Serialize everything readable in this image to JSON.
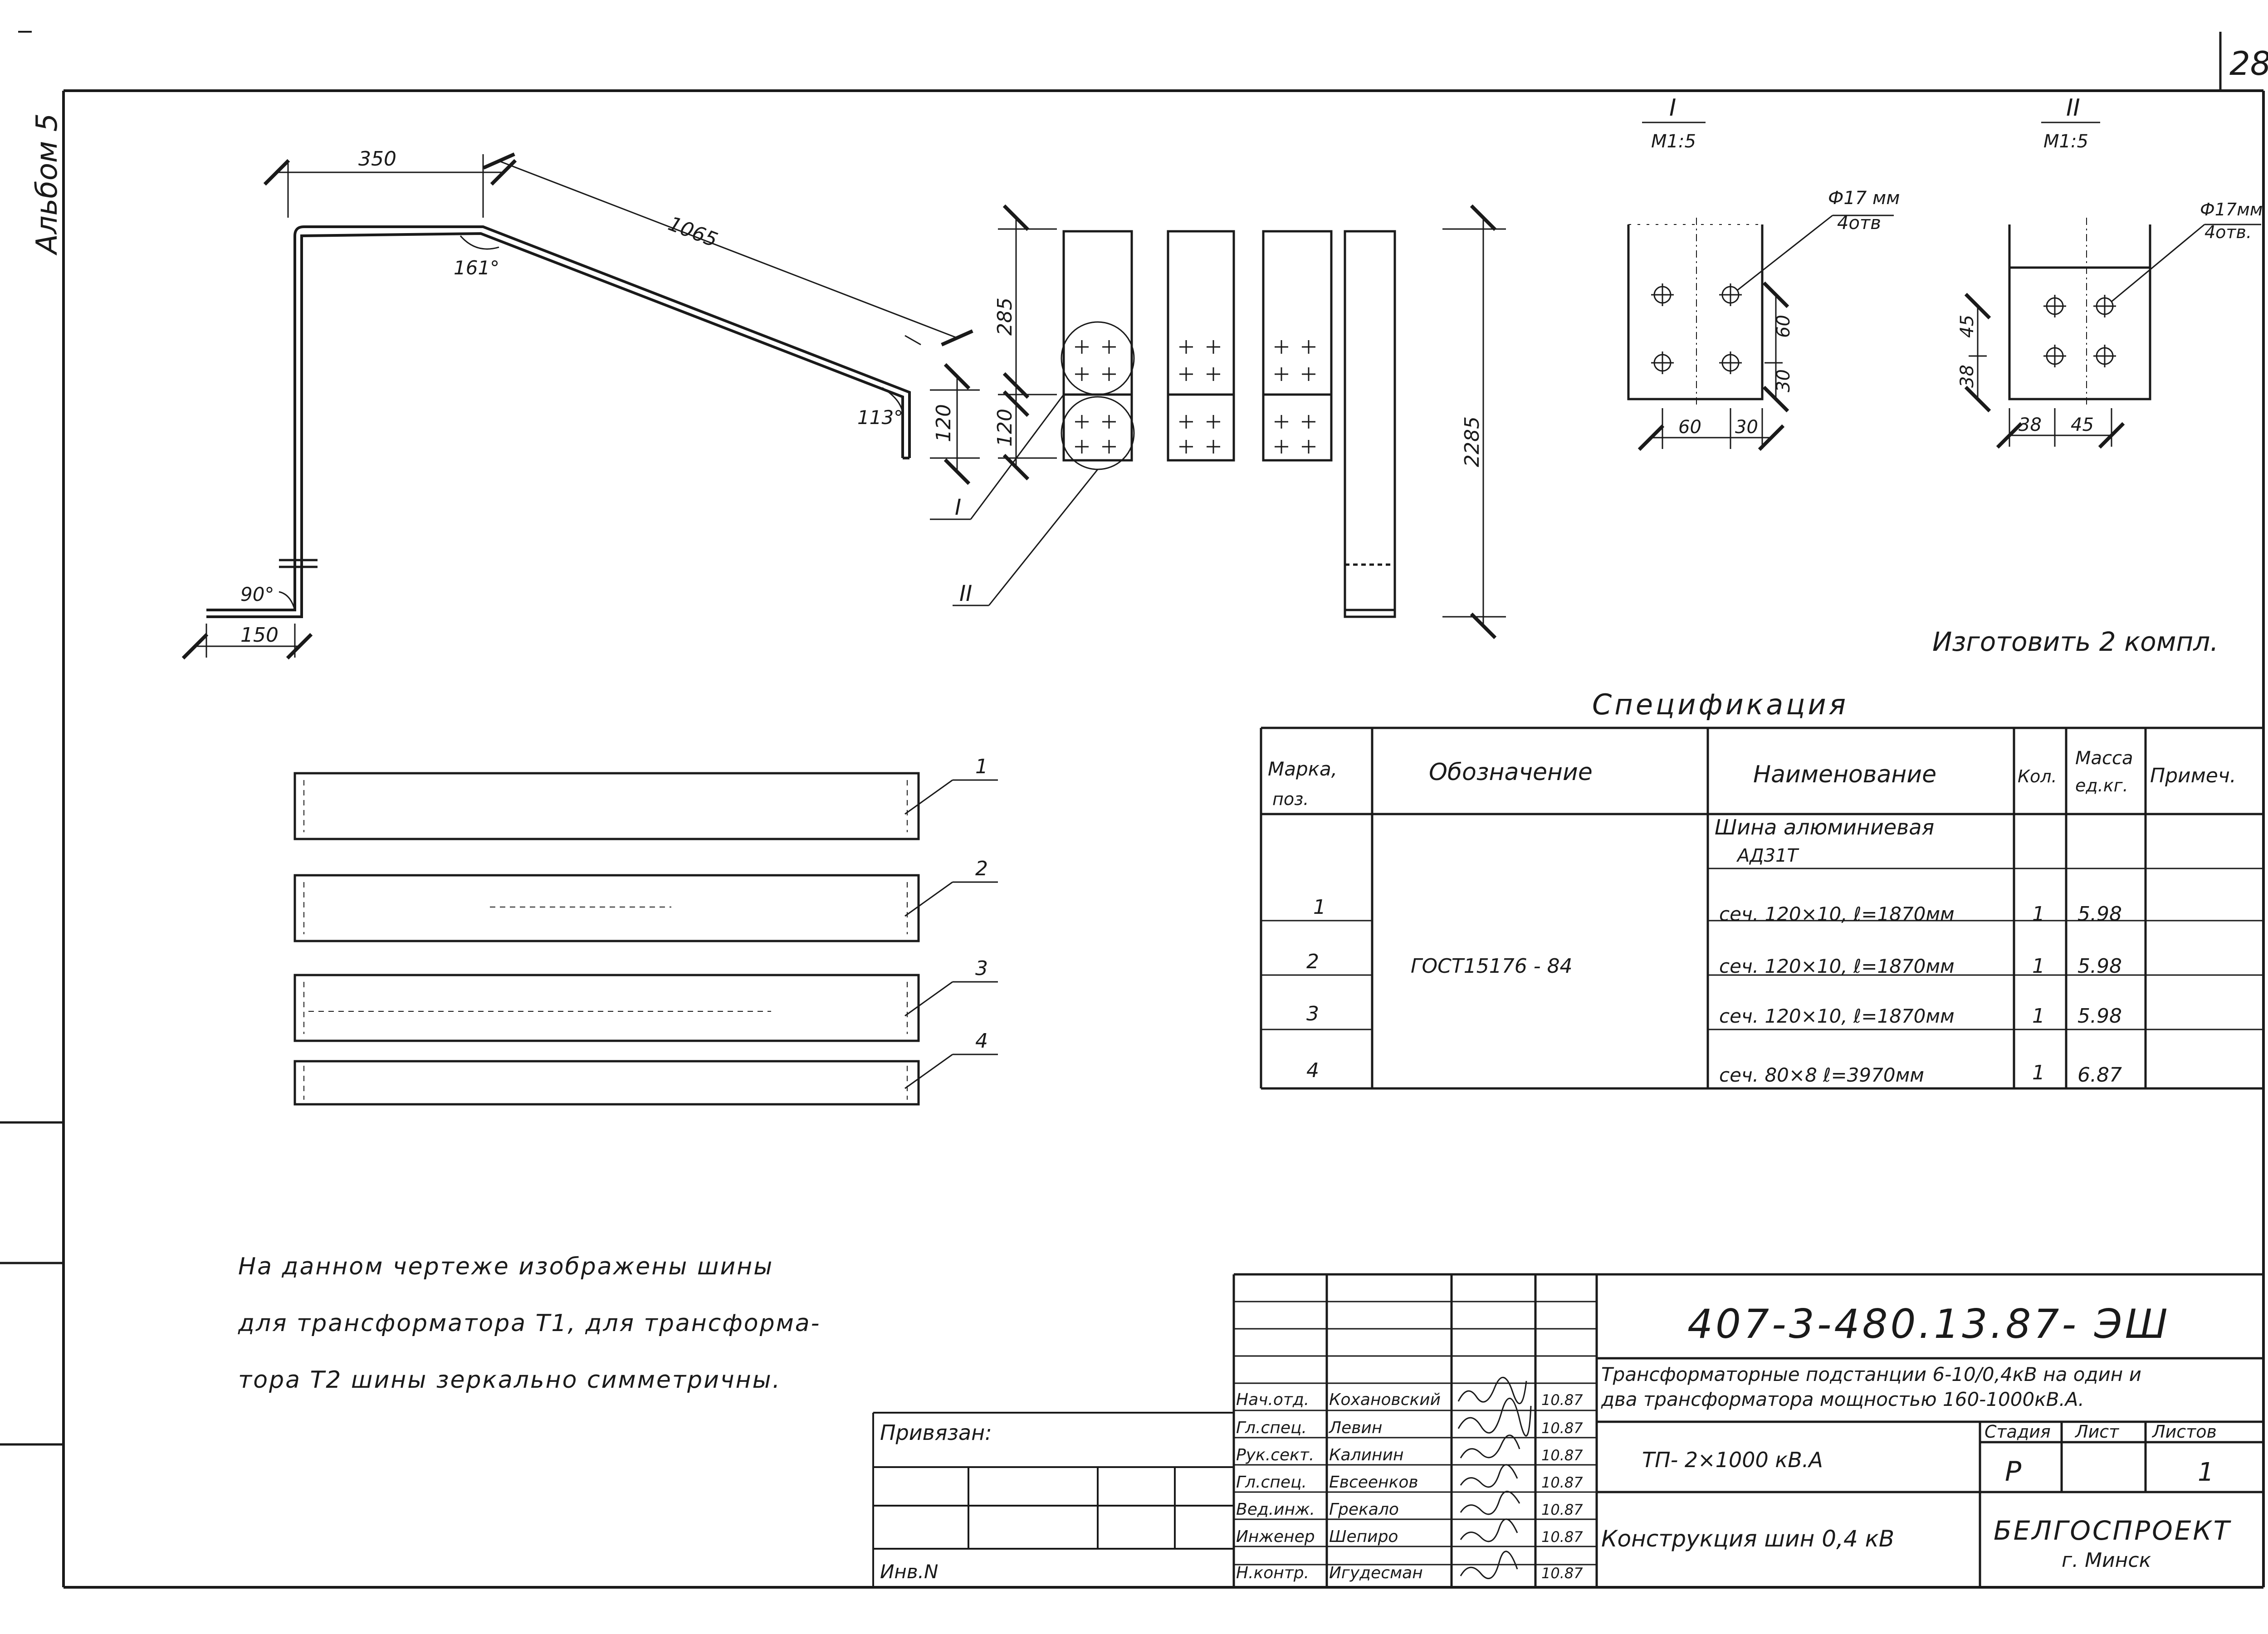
{
  "sheet_number": "28",
  "album": "Альбом 5",
  "drawing": {
    "bend_dims": {
      "top_horizontal": "350",
      "slope": "1065",
      "bottom": "150",
      "end": "120",
      "height": "2285"
    },
    "angles": {
      "a1": "161°",
      "a2": "113°",
      "a3": "90°"
    },
    "bar_dims": {
      "d285": "285",
      "d120": "120",
      "d2285": "2285"
    },
    "callouts": {
      "c1": "I",
      "c2": "II"
    }
  },
  "detail_I": {
    "title": "I",
    "scale": "М1:5",
    "note_line1": "Ф17 мм",
    "note_line2": "4отв",
    "d60v": "60",
    "d30v": "30",
    "d60h": "60",
    "d30h": "30"
  },
  "detail_II": {
    "title": "II",
    "scale": "М1:5",
    "note_line1": "Ф17мм",
    "note_line2": "4отв.",
    "d45v": "45",
    "d38v": "38",
    "d38h": "38",
    "d45h": "45"
  },
  "bars": {
    "labels": [
      "1",
      "2",
      "3",
      "4"
    ]
  },
  "make_note": "Изготовить 2 компл.",
  "spec": {
    "title": "Спецификация",
    "headers": [
      "Марка, поз.",
      "Обозначение",
      "Наименование",
      "Кол.",
      "Масса ед.кг.",
      "Примеч."
    ],
    "group_name_line1": "Шина алюминиевая",
    "group_name_line2": "АД31Т",
    "designation": "ГОСТ15176 - 84",
    "rows": [
      {
        "pos": "1",
        "name": "сеч. 120×10,   ℓ=1870мм",
        "qty": "1",
        "mass": "5.98"
      },
      {
        "pos": "2",
        "name": "сеч. 120×10,   ℓ=1870мм",
        "qty": "1",
        "mass": "5.98"
      },
      {
        "pos": "3",
        "name": "сеч. 120×10,   ℓ=1870мм",
        "qty": "1",
        "mass": "5.98"
      },
      {
        "pos": "4",
        "name": "сеч. 80×8    ℓ=3970мм",
        "qty": "1",
        "mass": "6.87"
      }
    ]
  },
  "notes": {
    "line1": "На данном чертеже изображены шины",
    "line2": "для трансформатора Т1, для трансформа-",
    "line3": "тора Т2 шины зеркально симметричны."
  },
  "bound": {
    "label": "Привязан:",
    "inv": "Инв.N"
  },
  "title_block": {
    "code": "407-3-480.13.87-  ЭШ",
    "project_line1": "Трансформаторные подстанции 6-10/0,4кВ на один и",
    "project_line2": "два трансформатора мощностью 160-1000кВ.А.",
    "object": "ТП- 2×1000 кВ.А",
    "sheet_title": "Конструкция шин 0,4 кВ",
    "stage_label": "Стадия",
    "sheet_label": "Лист",
    "sheets_label": "Листов",
    "stage": "Р",
    "sheet": "",
    "sheets": "1",
    "org": "БЕЛГОСПРОЕКТ",
    "city": "г. Минск",
    "staff": [
      {
        "role": "Нач.отд.",
        "name": "Кохановский",
        "date": "10.87"
      },
      {
        "role": "Гл.спец.",
        "name": "Левин",
        "date": "10.87"
      },
      {
        "role": "Рук.сект.",
        "name": "Калинин",
        "date": "10.87"
      },
      {
        "role": "Гл.спец.",
        "name": "Евсеенков",
        "date": "10.87"
      },
      {
        "role": "Вед.инж.",
        "name": "Грекало",
        "date": "10.87"
      },
      {
        "role": "Инженер",
        "name": "Шепиро",
        "date": "10.87"
      },
      {
        "role": "Н.контр.",
        "name": "Игудесман",
        "date": "10.87"
      }
    ]
  }
}
